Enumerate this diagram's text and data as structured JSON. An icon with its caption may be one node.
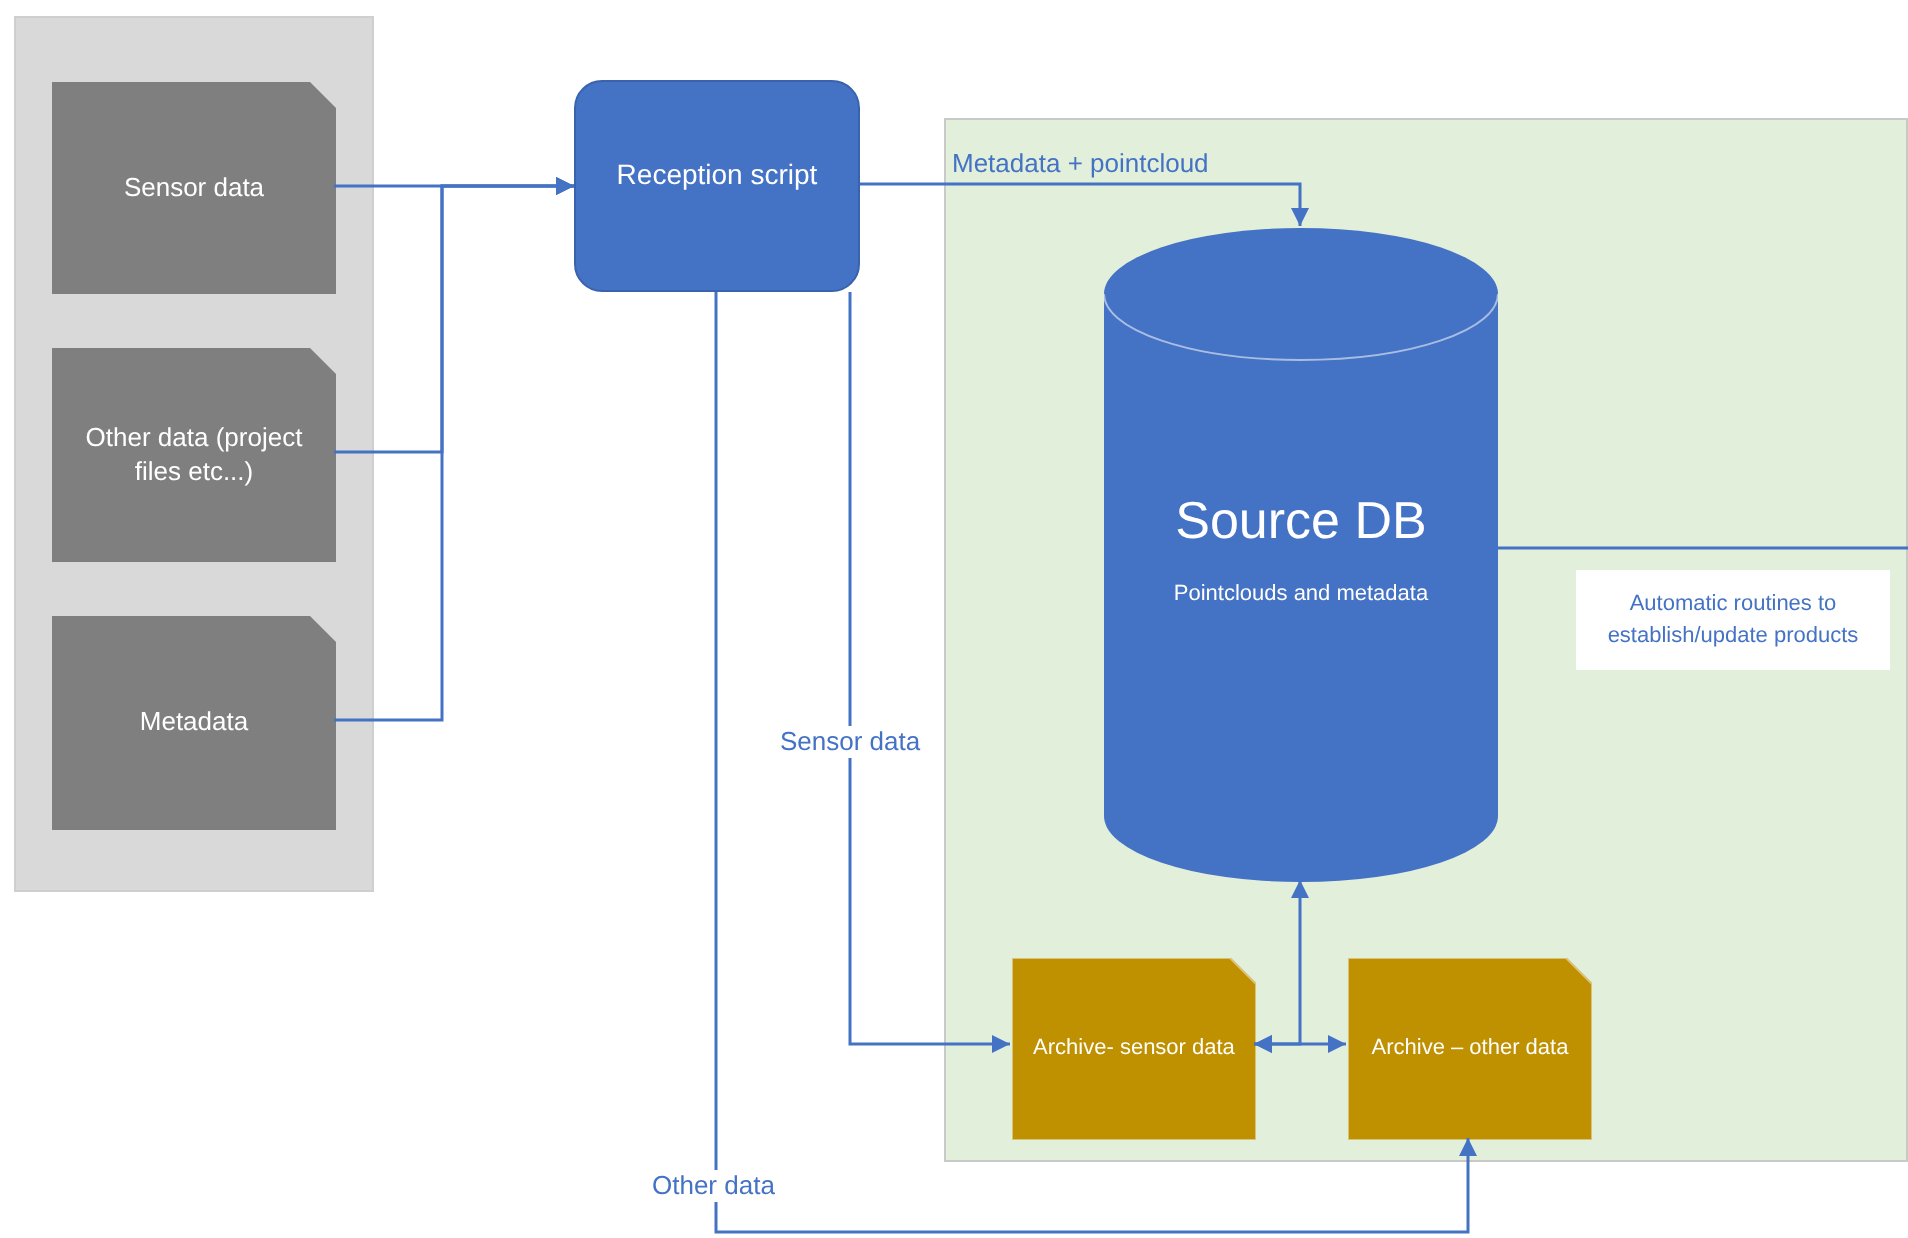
{
  "diagram": {
    "nodes": [
      {
        "text": [],
        "shape": "box"
      },
      {
        "text": [
          "Sensor data"
        ],
        "in": 0
      },
      {
        "text": [
          "Other data (project files etc...)"
        ],
        "in": 0
      },
      {
        "text": [
          "Metadata"
        ],
        "in": 0
      },
      {
        "text": [
          "Reception script"
        ]
      },
      {
        "text": [],
        "shape": "box"
      },
      {
        "text": [
          "Source DB",
          "Pointclouds and metadata"
        ],
        "in": 5
      },
      {
        "text": [
          "Automatic routines to establish/update products"
        ],
        "in": 5
      },
      {
        "text": [
          "Archive- sensor data"
        ],
        "in": 5
      },
      {
        "text": [
          "Archive  – other data"
        ],
        "in": 5
      }
    ],
    "edges": [
      {
        "from": 1,
        "to": 4,
        "arrow": "to"
      },
      {
        "from": 2,
        "to": 4,
        "arrow": "to"
      },
      {
        "from": 3,
        "to": 4,
        "arrow": "to"
      },
      {
        "from": 4,
        "to": 6,
        "arrow": "to",
        "label": "Metadata + pointcloud"
      },
      {
        "from": 4,
        "to": 8,
        "arrow": "to",
        "label": "Sensor data"
      },
      {
        "from": 4,
        "to": 9,
        "arrow": "to",
        "label": "Other data"
      },
      {
        "from": 8,
        "to": 9,
        "arrow": "both"
      },
      {
        "from": 8,
        "to": 6,
        "arrow": "both"
      },
      {
        "from": 6,
        "to": null,
        "arrow": "none"
      }
    ]
  }
}
